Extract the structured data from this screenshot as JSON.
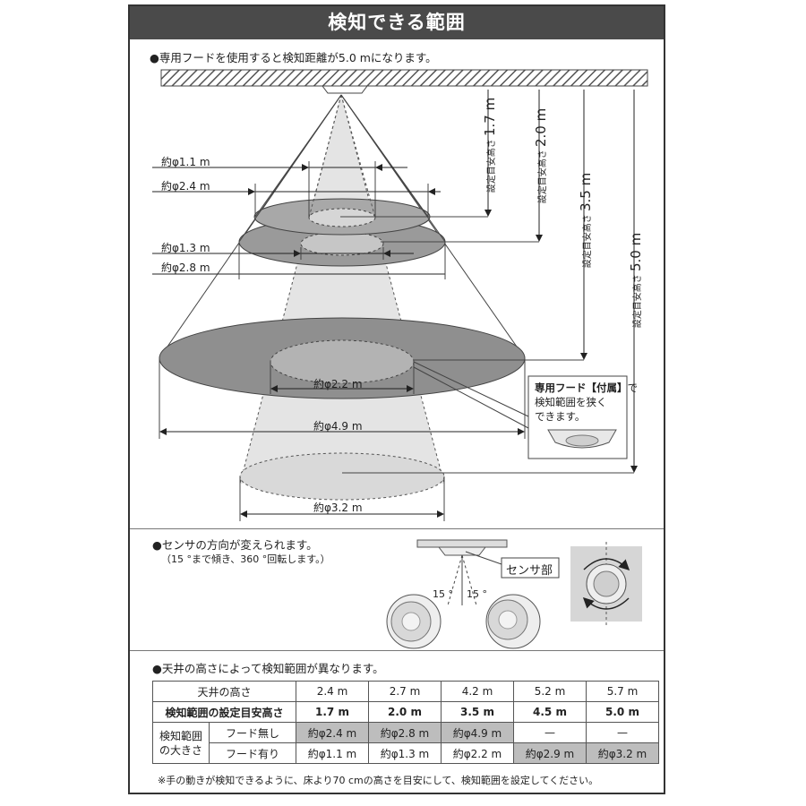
{
  "title": "検知できる範囲",
  "hood_note": "●専用フードを使用すると検知距離が5.0 mになります。",
  "diagram": {
    "heights": [
      {
        "prefix": "設定目安高さ",
        "value": "1.7 m"
      },
      {
        "prefix": "設定目安高さ",
        "value": "2.0 m"
      },
      {
        "prefix": "設定目安高さ",
        "value": "3.5 m"
      },
      {
        "prefix": "設定目安高さ",
        "value": "5.0 m"
      }
    ],
    "diameters": [
      "約φ1.1 m",
      "約φ2.4 m",
      "約φ1.3 m",
      "約φ2.8 m",
      "約φ2.2 m",
      "約φ4.9 m",
      "約φ3.2 m"
    ],
    "hood_callout": {
      "bold": "専用フード【付属】",
      "rest1": "で",
      "rest2": "検知範囲を狭く",
      "rest3": "できます。"
    }
  },
  "direction": {
    "heading": "●センサの方向が変えられます。",
    "sub": "（15 °まで傾き、360 °回転します。）",
    "angle_left": "15 °",
    "angle_right": "15 °",
    "sensor_label": "センサ部"
  },
  "ceiling_heading": "●天井の高さによって検知範囲が異なります。",
  "table": {
    "row1_label": "天井の高さ",
    "row1": [
      "2.4 m",
      "2.7 m",
      "4.2 m",
      "5.2 m",
      "5.7 m"
    ],
    "row2_label": "検知範囲の設定目安高さ",
    "row2": [
      "1.7 m",
      "2.0 m",
      "3.5 m",
      "4.5 m",
      "5.0 m"
    ],
    "group_label_1": "検知範囲",
    "group_label_2": "の大きさ",
    "row3_label": "フード無し",
    "row3": [
      "約φ2.4 m",
      "約φ2.8 m",
      "約φ4.9 m",
      "—",
      "—"
    ],
    "row4_label": "フード有り",
    "row4": [
      "約φ1.1 m",
      "約φ1.3 m",
      "約φ2.2 m",
      "約φ2.9 m",
      "約φ3.2 m"
    ]
  },
  "footnote": "※手の動きが検知できるように、床より70 cmの高さを目安にして、検知範囲を設定してください。"
}
